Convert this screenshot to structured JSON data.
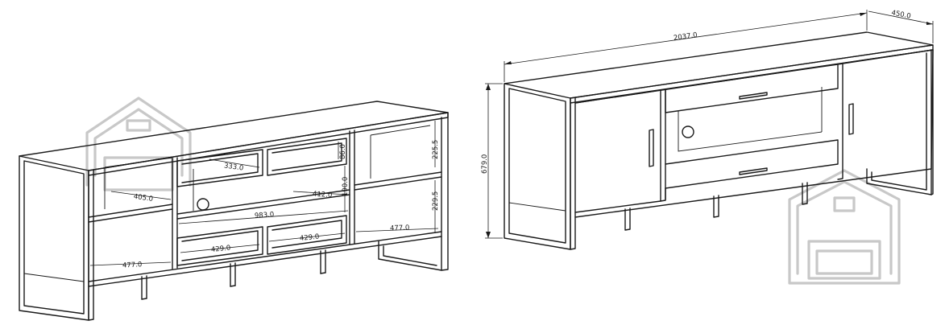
{
  "diagram": {
    "left_view_dimensions": {
      "top_depth": "333.0",
      "small_drawer_height": "86.0",
      "left_shelf_depth": "405.0",
      "top_right_height": "225.5",
      "middle_depth": "412.0",
      "middle_height": "190.0",
      "bottom_right_height": "229.5",
      "inner_width": "983.0",
      "right_bottom_depth": "477.0",
      "drawer_left_width": "429.0",
      "drawer_right_width": "429.0",
      "left_bottom_depth": "477.0"
    },
    "right_view_dimensions": {
      "total_width": "2037.0",
      "depth": "450.0",
      "height": "679.0"
    },
    "watermark": "home-furniture-logo"
  },
  "colors": {
    "line": "#1a1a1a",
    "watermark": "#c8c8c8",
    "background": "#ffffff"
  }
}
